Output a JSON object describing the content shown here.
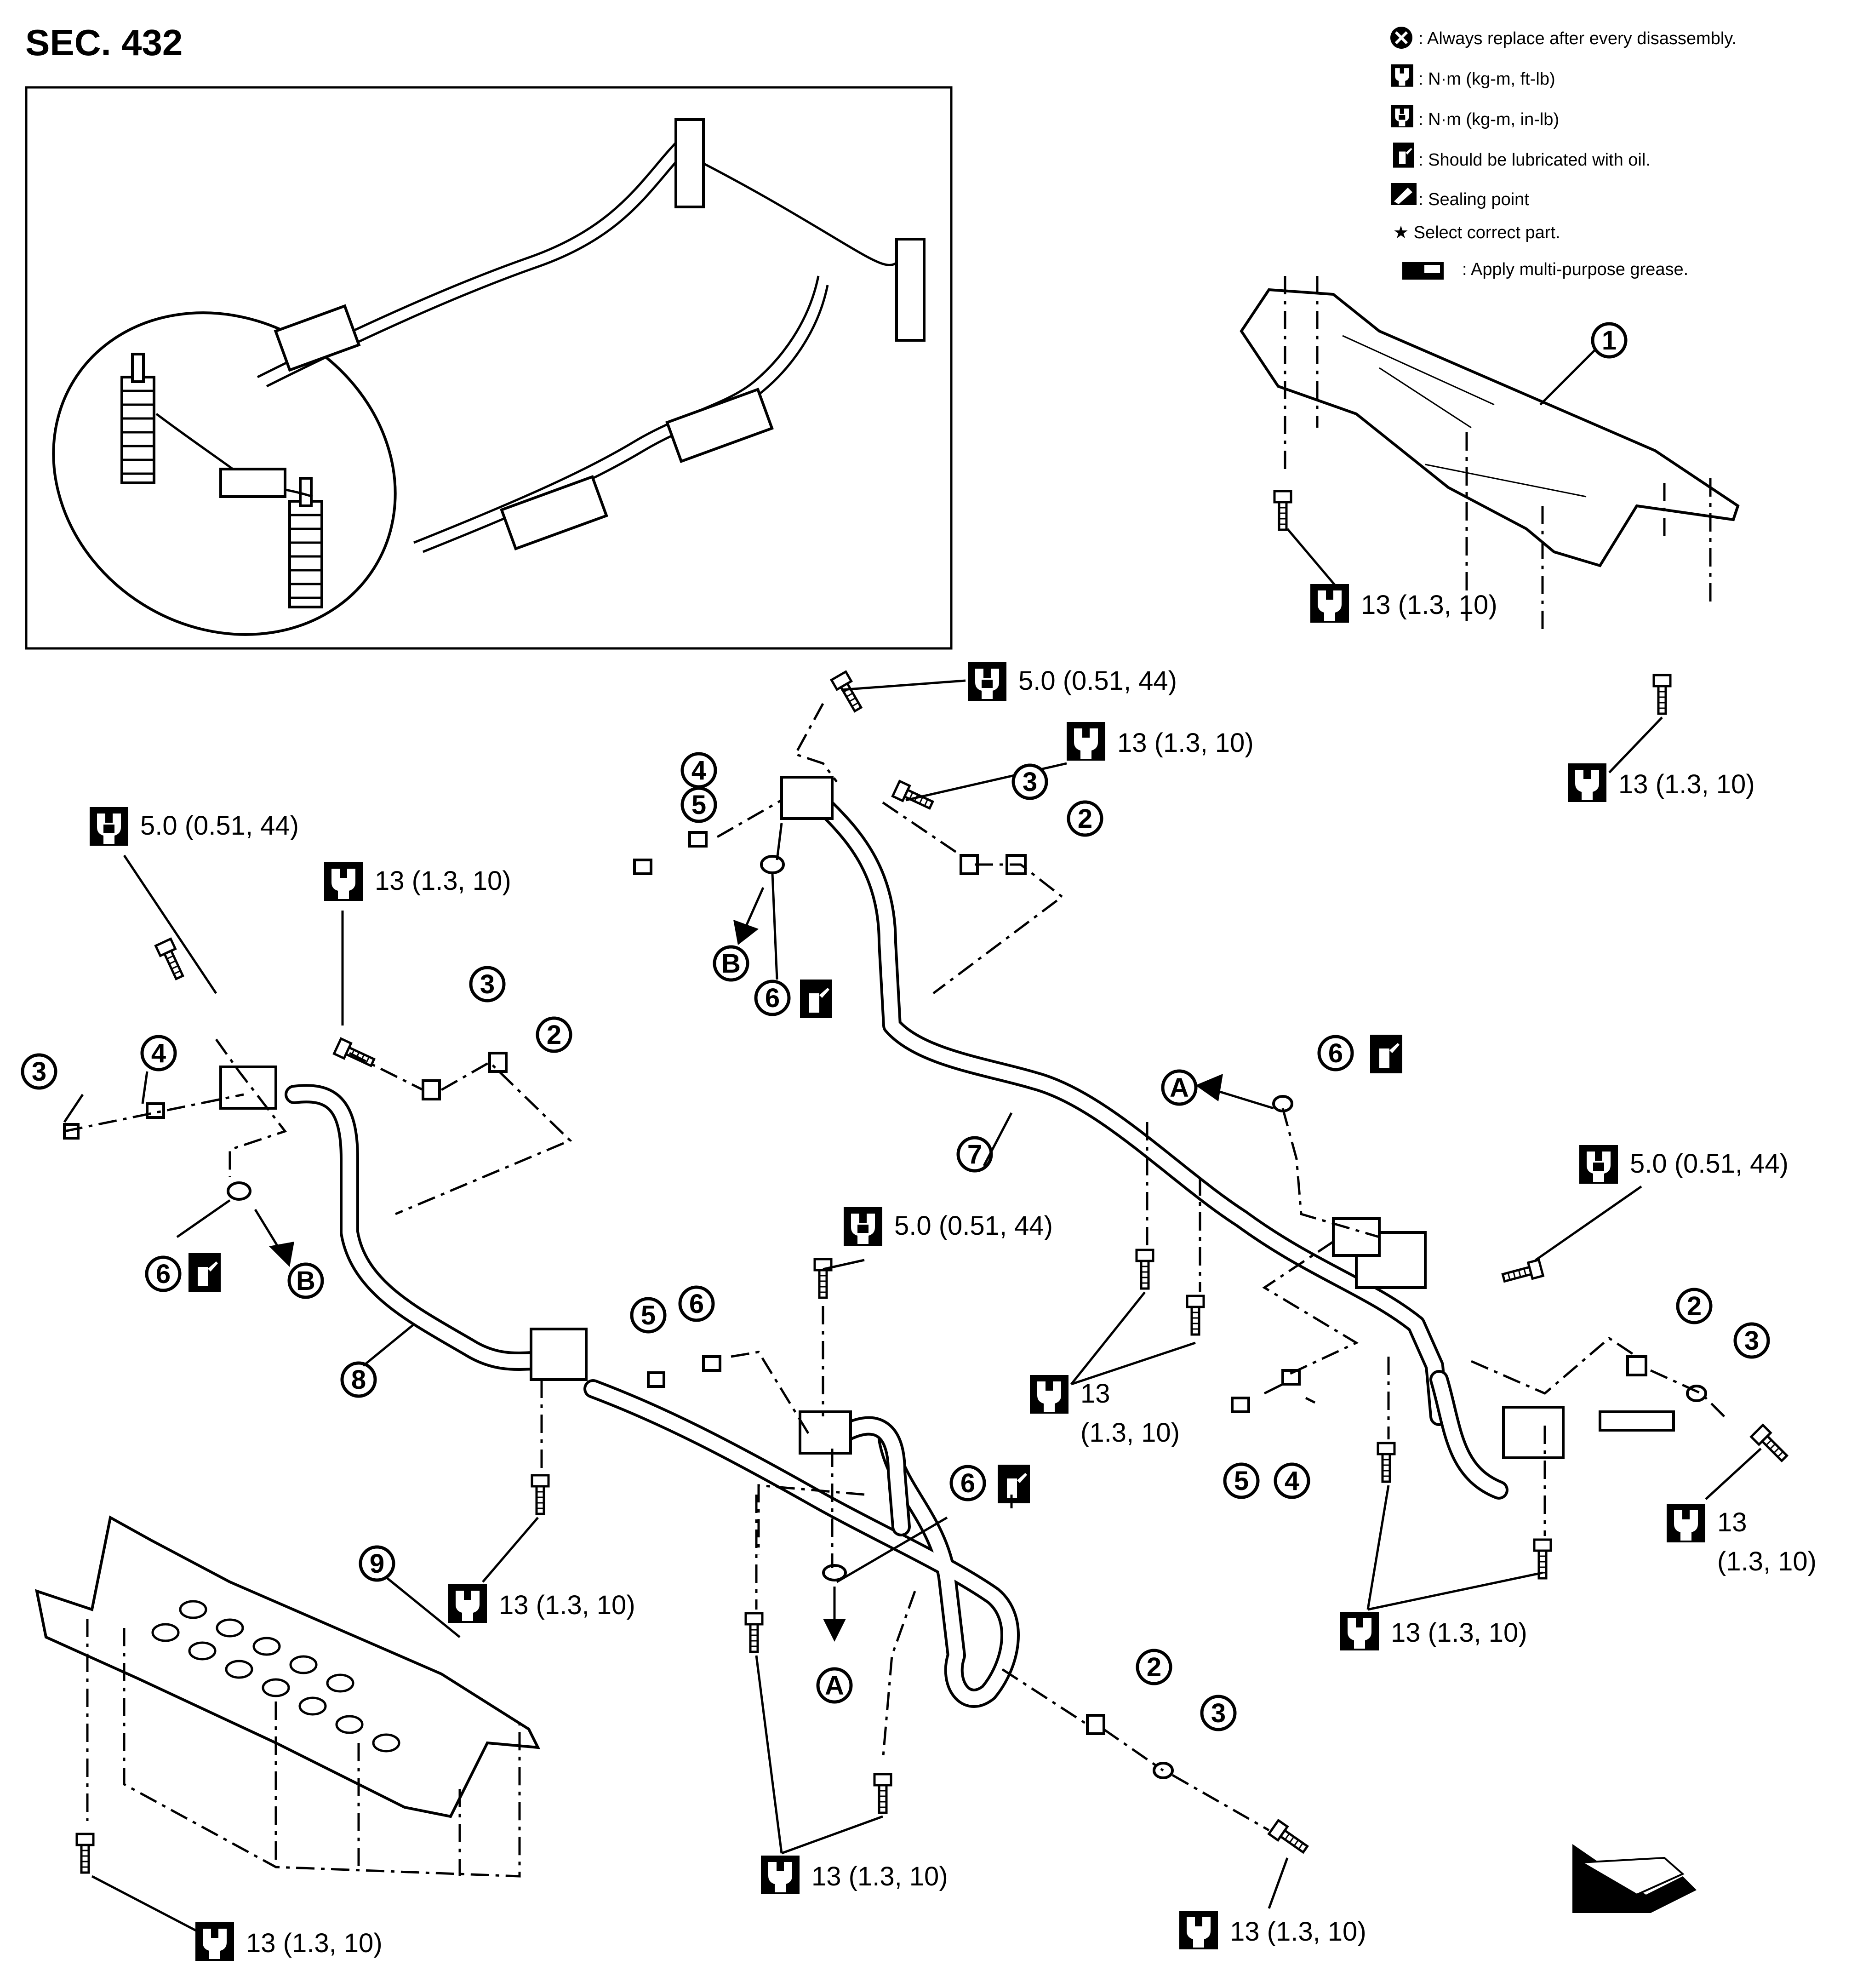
{
  "section": "SEC. 432",
  "legend": [
    {
      "icon": "replace-icon",
      "text": ": Always replace after every disassembly."
    },
    {
      "icon": "torque-wrench-icon",
      "text": ": N·m (kg-m, ft-lb)"
    },
    {
      "icon": "torque-wrench-filled-icon",
      "text": ": N·m (kg-m, in-lb)"
    },
    {
      "icon": "oil-can-icon",
      "text": ": Should be lubricated with oil."
    },
    {
      "icon": "sealing-icon",
      "text": ": Sealing point"
    },
    {
      "icon": "star-icon",
      "text": "★ Select correct part."
    },
    {
      "icon": "grease-icon",
      "text": ": Apply multi-purpose grease."
    }
  ],
  "torque_ft_lb": "13 (1.3, 10)",
  "torque_ft_lb_line1": "13",
  "torque_ft_lb_line2": "(1.3, 10)",
  "torque_in_lb": "5.0 (0.51, 44)",
  "callouts": {
    "c1": "1",
    "c2": "2",
    "c3": "3",
    "c4": "4",
    "c5": "5",
    "c6": "6",
    "c7": "7",
    "c8": "8",
    "c9": "9"
  },
  "refs": {
    "a": "A",
    "b": "B"
  }
}
